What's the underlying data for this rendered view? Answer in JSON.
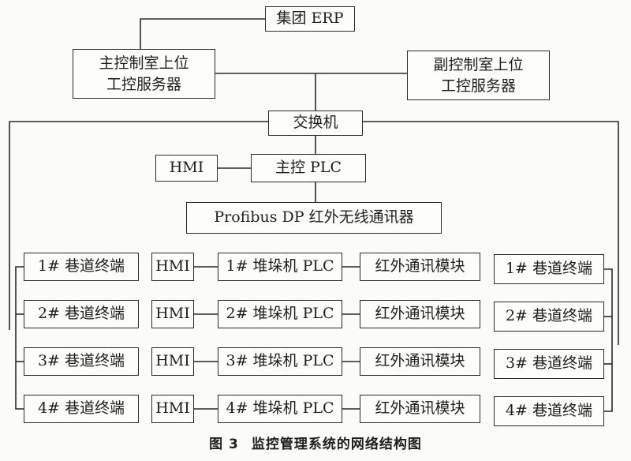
{
  "nodes": {
    "erp": "集团 ERP",
    "main_server": [
      "主控制室上位",
      "工控服务器"
    ],
    "sub_server": [
      "副控制室上位",
      "工控服务器"
    ],
    "switch": "交换机",
    "hmi_top": "HMI",
    "main_plc": "主控 PLC",
    "profibus": "Profibus DP 红外无线通讯器"
  },
  "rows": [
    {
      "left": "1# 巷道终端",
      "hmi": "HMI",
      "plc": "1# 堆垛机 PLC",
      "ir": "红外通讯模块",
      "right": "1# 巷道终端"
    },
    {
      "left": "2# 巷道终端",
      "hmi": "HMI",
      "plc": "2# 堆垛机 PLC",
      "ir": "红外通讯模块",
      "right": "2# 巷道终端"
    },
    {
      "left": "3# 巷道终端",
      "hmi": "HMI",
      "plc": "3# 堆垛机 PLC",
      "ir": "红外通讯模块",
      "right": "3# 巷道终端"
    },
    {
      "left": "4# 巷道终端",
      "hmi": "HMI",
      "plc": "4# 堆垛机 PLC",
      "ir": "红外通讯模块",
      "right": "4# 巷道终端"
    }
  ],
  "caption": {
    "label": "图 3",
    "text": "监控管理系统的网络结构图"
  }
}
